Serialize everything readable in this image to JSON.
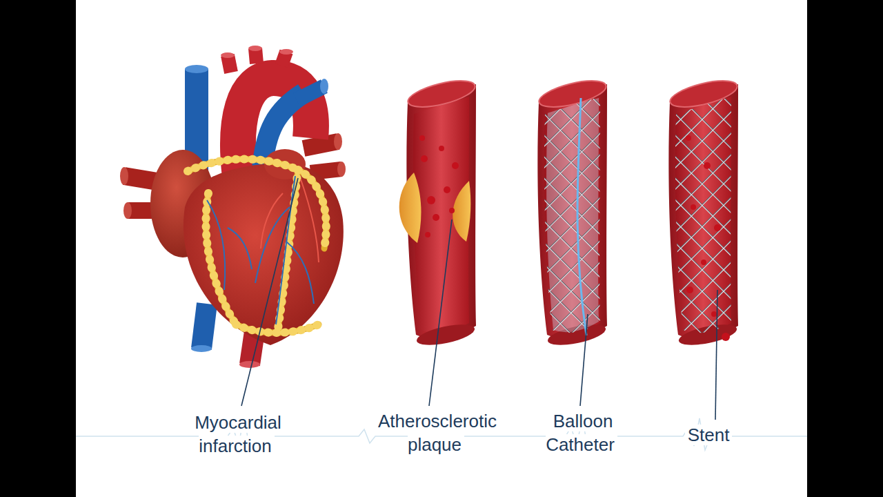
{
  "diagram": {
    "labels": [
      "Myocardial infarction",
      "Atherosclerotic plaque",
      "Balloon Catheter",
      "Stent"
    ]
  }
}
